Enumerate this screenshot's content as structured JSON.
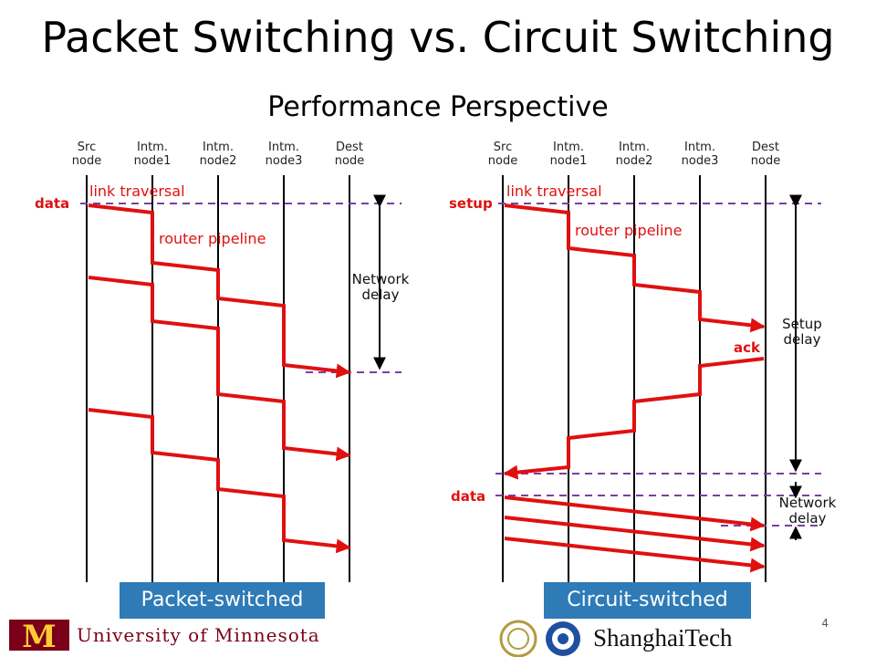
{
  "slide": {
    "title": "Packet Switching vs. Circuit Switching",
    "subtitle": "Performance Perspective",
    "page_number": "4"
  },
  "packet": {
    "nodes": [
      {
        "line1": "Src",
        "line2": "node"
      },
      {
        "line1": "Intm.",
        "line2": "node1"
      },
      {
        "line1": "Intm.",
        "line2": "node2"
      },
      {
        "line1": "Intm.",
        "line2": "node3"
      },
      {
        "line1": "Dest",
        "line2": "node"
      }
    ],
    "data_label": "data",
    "link_label": "link traversal",
    "router_label": "router pipeline",
    "delay_line1": "Network",
    "delay_line2": "delay",
    "badge": "Packet-switched"
  },
  "circuit": {
    "nodes": [
      {
        "line1": "Src",
        "line2": "node"
      },
      {
        "line1": "Intm.",
        "line2": "node1"
      },
      {
        "line1": "Intm.",
        "line2": "node2"
      },
      {
        "line1": "Intm.",
        "line2": "node3"
      },
      {
        "line1": "Dest",
        "line2": "node"
      }
    ],
    "setup_label": "setup",
    "link_label": "link traversal",
    "router_label": "router pipeline",
    "ack_label": "ack",
    "data_label": "data",
    "setup_delay_line1": "Setup",
    "setup_delay_line2": "delay",
    "delay_line1": "Network",
    "delay_line2": "delay",
    "badge": "Circuit-switched"
  },
  "footer": {
    "umn_logo_letter": "M",
    "umn_name": "University of Minnesota",
    "shanghaitech_name": "ShanghaiTech"
  },
  "colors": {
    "arrow": "#e01010",
    "dashed": "#7b3fa0",
    "badge": "#2e7bb7",
    "umn_maroon": "#7a0019",
    "umn_gold": "#ffcc33",
    "shanghaitech_blue": "#1f4fa0"
  }
}
